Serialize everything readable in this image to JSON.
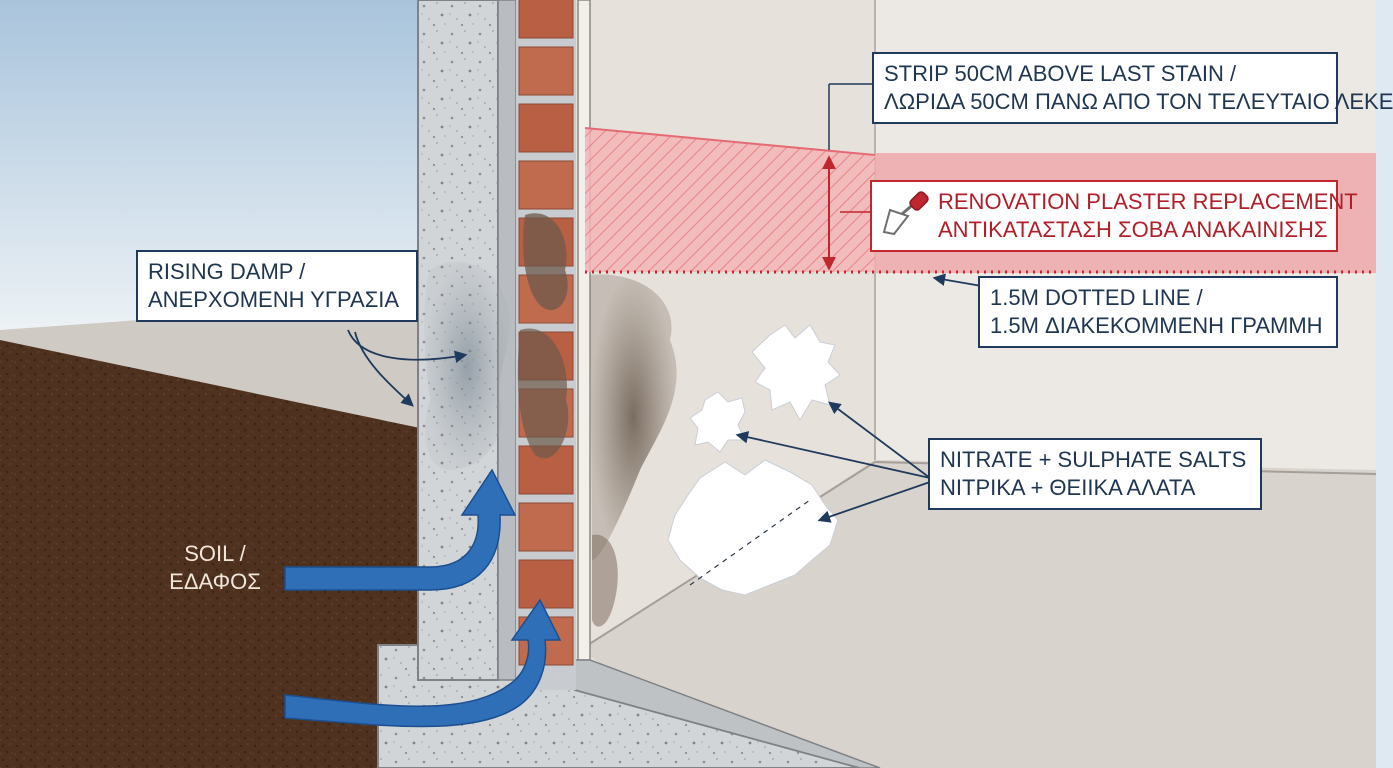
{
  "labels": {
    "strip": {
      "line1": "STRIP 50CM ABOVE LAST STAIN /",
      "line2": "ΛΩΡΙΔΑ 50CM ΠΑΝΩ ΑΠΟ ΤΟΝ ΤΕΛΕΥΤΑΙΟ ΛΕΚΕ"
    },
    "renovation": {
      "line1": "RENOVATION PLASTER REPLACEMENT",
      "line2": "ΑΝΤΙΚΑΤΑΣΤΑΣΗ ΣΟΒΑ ΑΝΑΚΑΙΝΙΣΗΣ"
    },
    "dotted_line": {
      "line1": "1.5M DOTTED LINE /",
      "line2": "1.5M ΔΙΑΚΕΚΟΜΜΕΝΗ ΓΡΑΜΜΗ"
    },
    "rising_damp": {
      "line1": "RISING DAMP /",
      "line2": "ΑΝΕΡΧΟΜΕΝΗ ΥΓΡΑΣΙΑ"
    },
    "salts": {
      "line1": "NITRATE + SULPHATE SALTS",
      "line2": "ΝΙΤΡΙΚΑ + ΘΕΙΙΚΑ ΑΛΑΤΑ"
    },
    "soil": {
      "line1": "SOIL /",
      "line2": "ΕΔΑΦΟΣ"
    }
  },
  "icons": {
    "renovation": "trowel-icon"
  },
  "colors": {
    "soil": "#4a2e1c",
    "brick": "#c06a4e",
    "mortar": "#c8ccd0",
    "concrete": "#cfd2d4",
    "plaster_zone": "#f08a8e",
    "plaster_accent": "#c0262e",
    "moisture_arrow": "#2f6fb8",
    "label_border": "#1f3a5c",
    "wall_interior": "#e3ddd6",
    "sky": "#dfe9f1"
  }
}
